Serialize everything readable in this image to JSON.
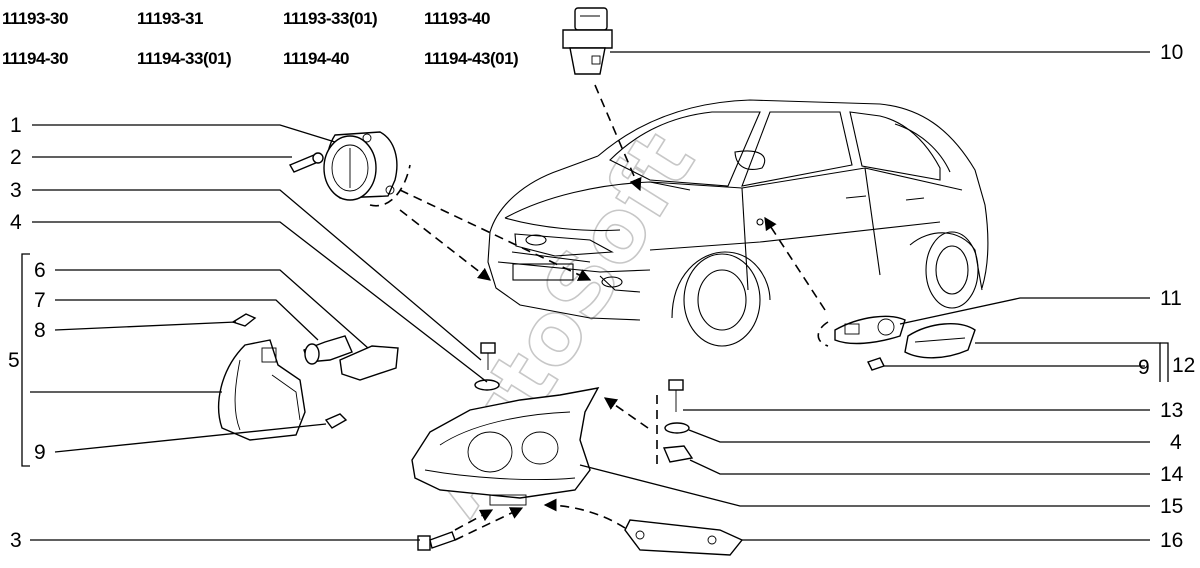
{
  "models": {
    "row1": [
      "11193-30",
      "11193-31",
      "11193-33(01)",
      "11193-40"
    ],
    "row2": [
      "11194-30",
      "11194-33(01)",
      "11194-40",
      "11194-43(01)"
    ]
  },
  "callouts": {
    "left": [
      "1",
      "2",
      "3",
      "4",
      "6",
      "7",
      "8",
      "5",
      "9",
      "3"
    ],
    "right": [
      "10",
      "11",
      "12",
      "9",
      "13",
      "4",
      "14",
      "15",
      "16"
    ]
  },
  "watermark": "AutoSoft"
}
